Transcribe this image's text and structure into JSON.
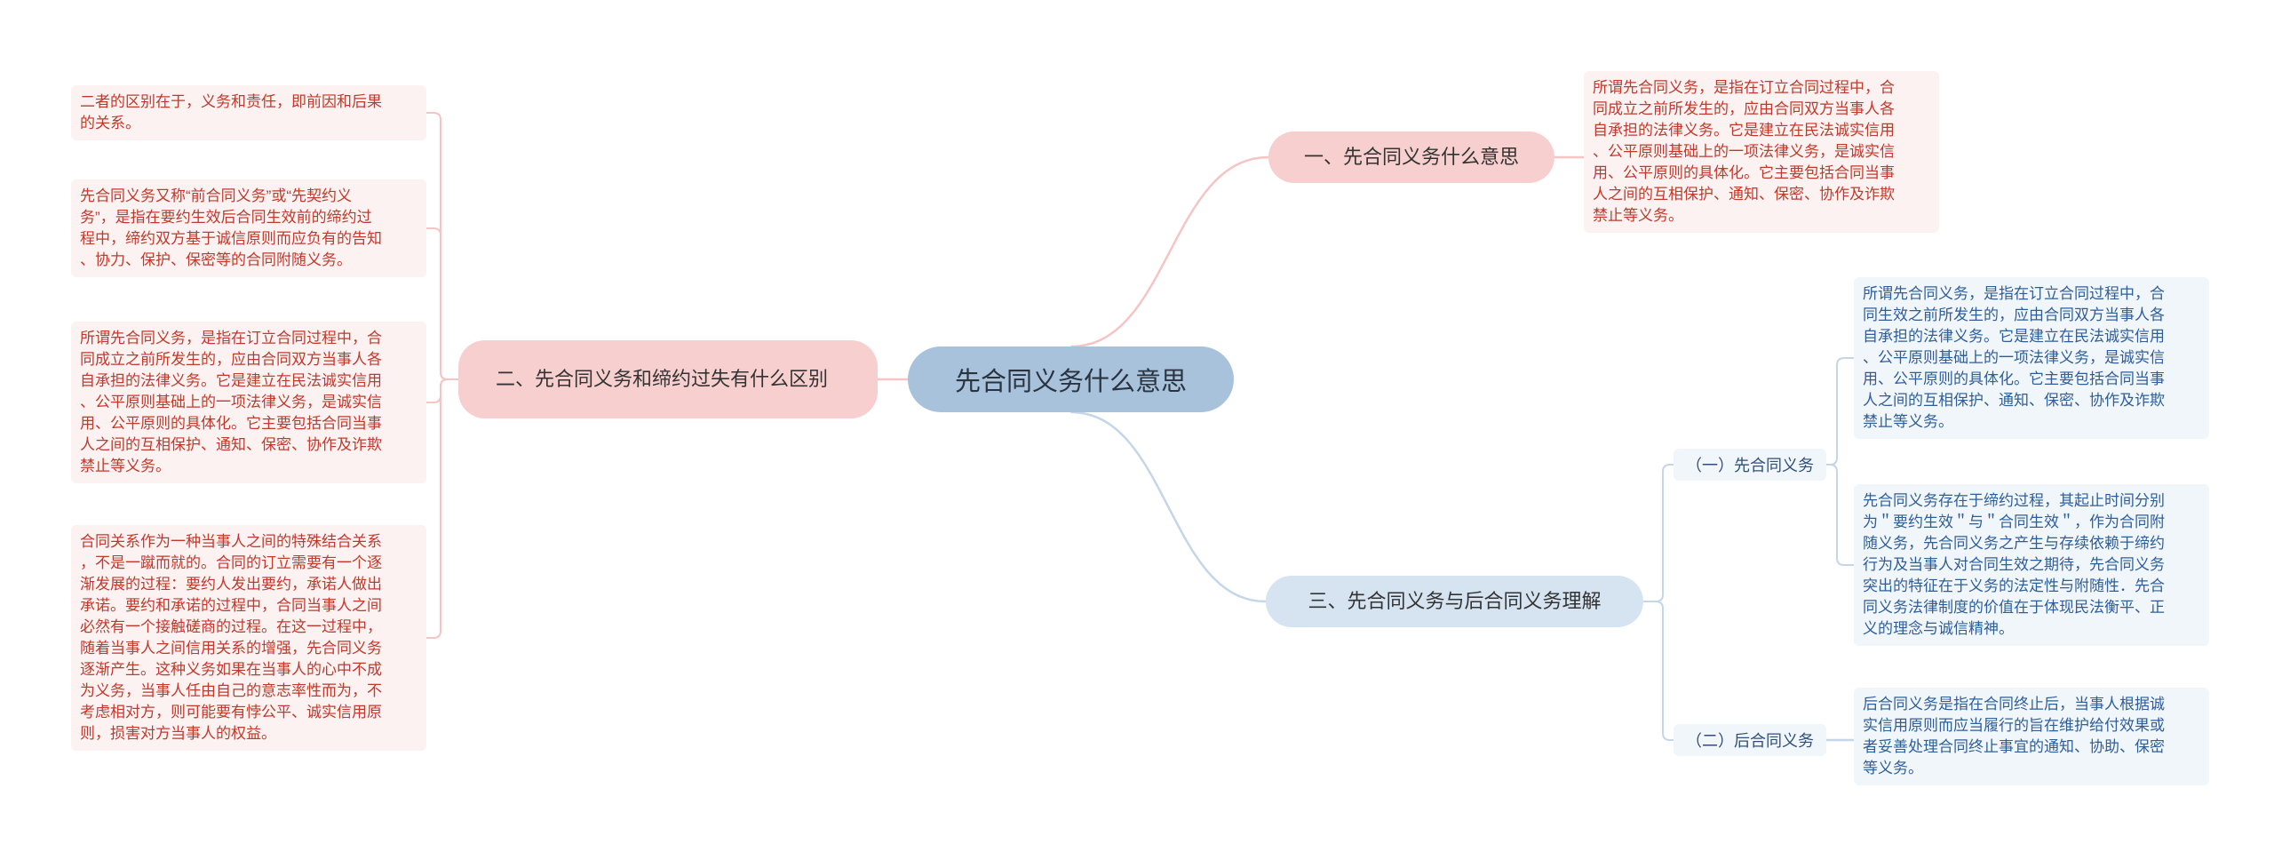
{
  "colors": {
    "root_bg": "#a8c2dc",
    "pink_branch_bg": "#f8cfcf",
    "blue_branch_bg": "#d6e4f2",
    "pink_text": "#c0392b",
    "blue_text": "#2e5e9a",
    "pink_line": "#f5c4c4",
    "blue_line": "#c4d6e8"
  },
  "root": {
    "label": "先合同义务什么意思"
  },
  "branch1": {
    "label": "一、先合同义务什么意思",
    "leaf": "所谓先合同义务，是指在订立合同过程中，合\n同成立之前所发生的，应由合同双方当事人各\n自承担的法律义务。它是建立在民法诚实信用\n、公平原则基础上的一项法律义务，是诚实信\n用、公平原则的具体化。它主要包括合同当事\n人之间的互相保护、通知、保密、协作及诈欺\n禁止等义务。"
  },
  "branch2": {
    "label": "二、先合同义务和缔约过失有什么区别",
    "leaves": [
      "二者的区别在于，义务和责任，即前因和后果\n的关系。",
      "先合同义务又称“前合同义务”或“先契约义\n务”，是指在要约生效后合同生效前的缔约过\n程中，缔约双方基于诚信原则而应负有的告知\n、协力、保护、保密等的合同附随义务。",
      "所谓先合同义务，是指在订立合同过程中，合\n同成立之前所发生的，应由合同双方当事人各\n自承担的法律义务。它是建立在民法诚实信用\n、公平原则基础上的一项法律义务，是诚实信\n用、公平原则的具体化。它主要包括合同当事\n人之间的互相保护、通知、保密、协作及诈欺\n禁止等义务。",
      "合同关系作为一种当事人之间的特殊结合关系\n，不是一蹴而就的。合同的订立需要有一个逐\n渐发展的过程：要约人发出要约，承诺人做出\n承诺。要约和承诺的过程中，合同当事人之间\n必然有一个接触磋商的过程。在这一过程中，\n随着当事人之间信用关系的增强，先合同义务\n逐渐产生。这种义务如果在当事人的心中不成\n为义务，当事人任由自己的意志率性而为，不\n考虑相对方，则可能要有悖公平、诚实信用原\n则，损害对方当事人的权益。"
    ]
  },
  "branch3": {
    "label": "三、先合同义务与后合同义务理解",
    "sub1": {
      "label": "（一）先合同义务",
      "leaves": [
        "所谓先合同义务，是指在订立合同过程中，合\n同生效之前所发生的，应由合同双方当事人各\n自承担的法律义务。它是建立在民法诚实信用\n、公平原则基础上的一项法律义务，是诚实信\n用、公平原则的具体化。它主要包括合同当事\n人之间的互相保护、通知、保密、协作及诈欺\n禁止等义务。",
        "先合同义务存在于缔约过程，其起止时间分别\n为＂要约生效＂与＂合同生效＂，作为合同附\n随义务，先合同义务之产生与存续依赖于缔约\n行为及当事人对合同生效之期待，先合同义务\n突出的特征在于义务的法定性与附随性．先合\n同义务法律制度的价值在于体现民法衡平、正\n义的理念与诚信精神。"
      ]
    },
    "sub2": {
      "label": "（二）后合同义务",
      "leaf": "后合同义务是指在合同终止后，当事人根据诚\n实信用原则而应当履行的旨在维护给付效果或\n者妥善处理合同终止事宜的通知、协助、保密\n等义务。"
    }
  }
}
